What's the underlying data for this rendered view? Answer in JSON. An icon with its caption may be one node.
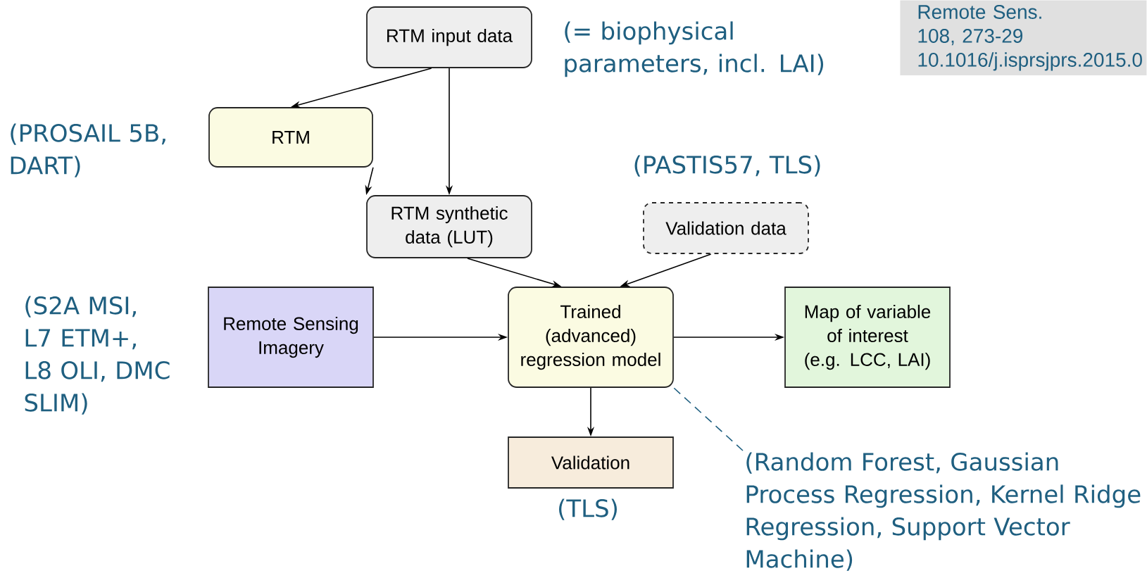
{
  "diagram": {
    "nodes": [
      {
        "text": [
          "RTM input data"
        ],
        "beside": [
          "(= biophysical parameters, incl. LAI)"
        ]
      },
      {
        "text": [
          "RTM"
        ],
        "beside": [
          "(PROSAIL 5B, DART)"
        ]
      },
      {
        "text": [
          "RTM synthetic data (LUT)"
        ]
      },
      {
        "text": [
          "Validation data"
        ],
        "beside": [
          "(PASTIS57, TLS)"
        ]
      },
      {
        "text": [
          "Remote Sensing Imagery"
        ],
        "beside": [
          "(S2A MSI, L7 ETM+, L8 OLI, DMC SLIM)"
        ]
      },
      {
        "text": [
          "Trained (advanced) regression model"
        ]
      },
      {
        "text": [
          "Map of variable of interest (e.g. LCC, LAI)"
        ]
      },
      {
        "text": [
          "Validation"
        ],
        "beside": [
          "(TLS)"
        ]
      },
      {
        "text": [
          "(Random Forest, Gaussian Process Regression, Kernel Ridge Regression, Support Vector Machine)"
        ]
      },
      {
        "text": [
          "Remote Sens. 108, 273-29 10.1016/j.isprsjprs.2015.0"
        ]
      }
    ],
    "edges": [
      {
        "from": 0,
        "to": 1,
        "arrow": "to"
      },
      {
        "from": 0,
        "to": 2,
        "arrow": "to"
      },
      {
        "from": 1,
        "to": 2,
        "arrow": "to"
      },
      {
        "from": 2,
        "to": 5,
        "arrow": "to"
      },
      {
        "from": 3,
        "to": 5,
        "arrow": "to"
      },
      {
        "from": 4,
        "to": 5,
        "arrow": "to"
      },
      {
        "from": 5,
        "to": 6,
        "arrow": "to"
      },
      {
        "from": 5,
        "to": 7,
        "arrow": "to"
      },
      {
        "from": 8,
        "to": 5,
        "arrow": "none",
        "style": "dashed",
        "color": "#1f5f80"
      }
    ]
  }
}
